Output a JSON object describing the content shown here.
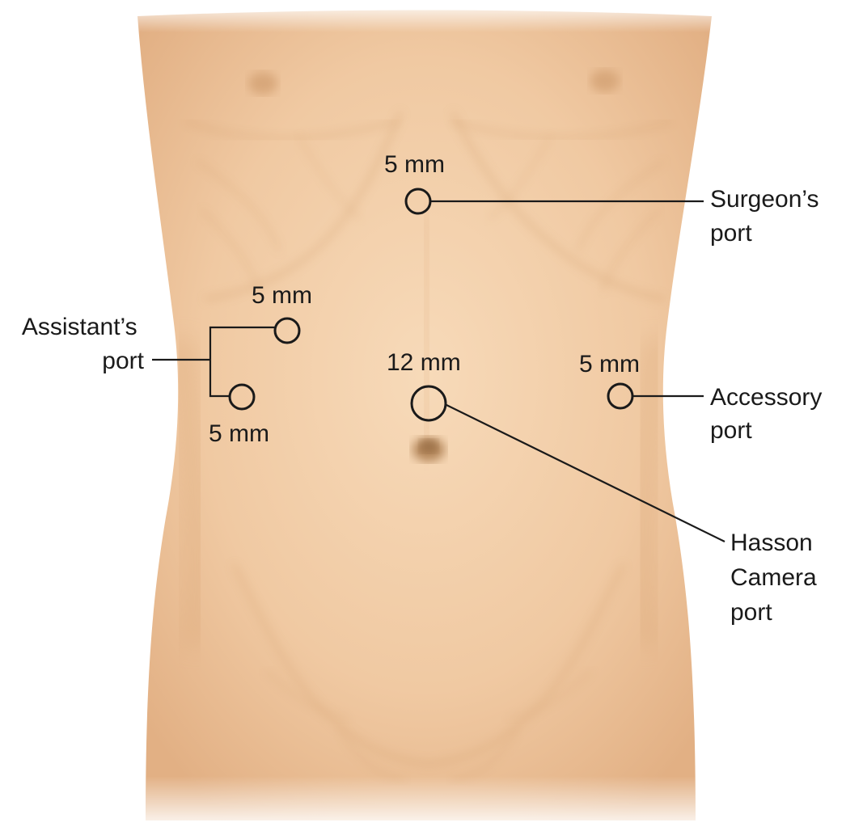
{
  "colors": {
    "skin_light": "#f6d5b2",
    "skin_mid": "#eec39a",
    "skin_shadow": "#d9a676",
    "line": "#1a1a1a",
    "background": "#ffffff"
  },
  "ports": [
    {
      "id": "surgeon",
      "size_label": "5 mm",
      "port_label_lines": [
        "Surgeon’s",
        "port"
      ]
    },
    {
      "id": "assistant-upper",
      "size_label": "5 mm"
    },
    {
      "id": "assistant-lower",
      "size_label": "5 mm"
    },
    {
      "id": "camera",
      "size_label": "12 mm",
      "port_label_lines": [
        "Hasson",
        "Camera",
        "port"
      ]
    },
    {
      "id": "accessory",
      "size_label": "5 mm",
      "port_label_lines": [
        "Accessory",
        "port"
      ]
    }
  ],
  "assistant_label_lines": [
    "Assistant’s",
    "port"
  ]
}
